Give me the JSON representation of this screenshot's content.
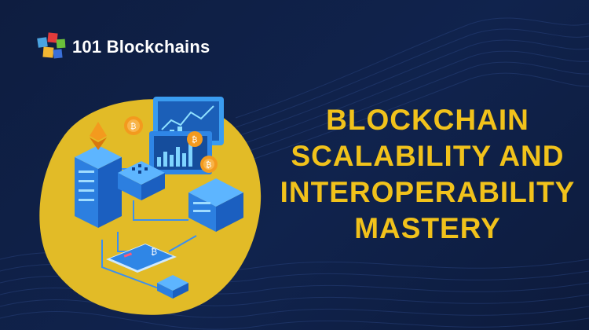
{
  "brand": {
    "name": "101 Blockchains",
    "icon": "cube-cluster-logo-icon"
  },
  "headline": {
    "lines": [
      "BLOCKCHAIN",
      "SCALABILITY AND",
      "INTEROPERABILITY",
      "MASTERY"
    ]
  },
  "illustration": {
    "glyphs": {
      "bitcoin": "₿"
    },
    "icons": [
      "ethereum-icon",
      "bitcoin-coin-icon",
      "server-rack-icon",
      "dashboard-screen-icon",
      "laptop-icon",
      "chip-stack-icon"
    ]
  },
  "colors": {
    "background": "#0f1f44",
    "accent_yellow": "#f1c21b",
    "blob_yellow": "#e2bb27",
    "server_blue": "#2c7fe0",
    "coin_orange": "#f39a1e"
  }
}
